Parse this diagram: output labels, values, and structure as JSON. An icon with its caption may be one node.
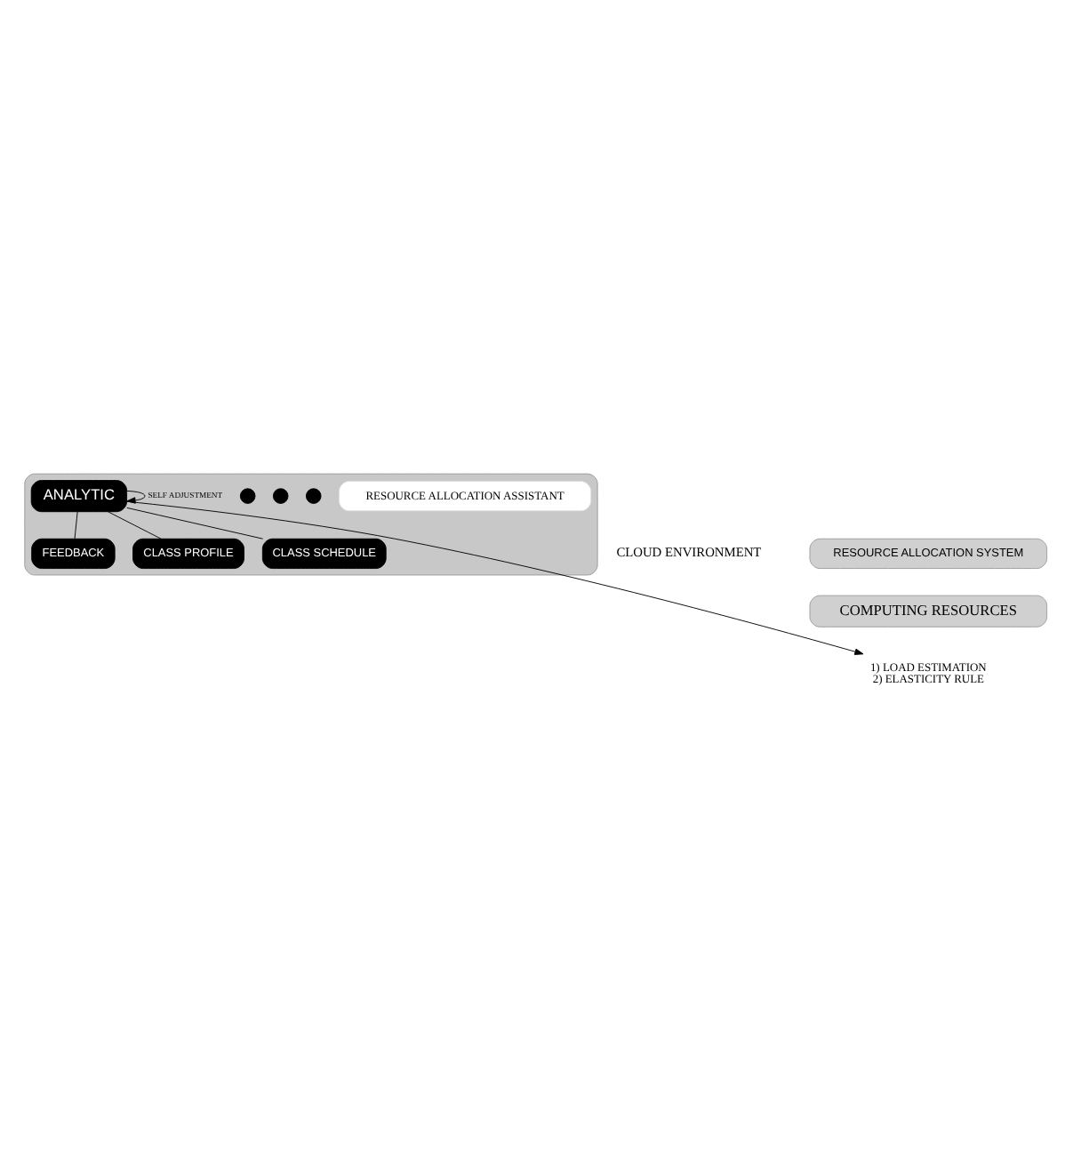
{
  "diagram": {
    "nodes": [
      {
        "text": [],
        "shape": "box"
      },
      {
        "text": [
          "RESOURCE ALLOCATION ASSISTANT"
        ],
        "in": 0
      },
      {
        "text": [
          "FEEDBACK"
        ],
        "in": 0
      },
      {
        "text": [
          "CLASS PROFILE"
        ],
        "in": 0
      },
      {
        "text": [
          "CLASS SCHEDULE"
        ],
        "in": 0
      },
      {
        "text": [
          "ANALYTIC"
        ],
        "in": 0
      },
      {
        "text": [],
        "shape": "circle",
        "in": 0
      },
      {
        "text": [],
        "shape": "circle",
        "in": 0
      },
      {
        "text": [],
        "shape": "circle",
        "in": 0
      },
      {
        "text": [
          "RESOURCE ALLOCATION SYSTEM"
        ]
      },
      {
        "text": [
          "COMPUTING RESOURCES"
        ]
      },
      {
        "text": [
          "1) LOAD ESTIMATION",
          "2) ELASTICITY RULE"
        ]
      }
    ],
    "edges": [
      {
        "from": 5,
        "to": 2,
        "arrow": "none"
      },
      {
        "from": 5,
        "to": 3,
        "arrow": "none"
      },
      {
        "from": 5,
        "to": 4,
        "arrow": "none"
      },
      {
        "from": 5,
        "to": 5,
        "arrow": "to",
        "label": "SELF ADJUSTMENT"
      },
      {
        "from": 5,
        "to": 11,
        "arrow": "to"
      }
    ],
    "labels": [
      "CLOUD ENVIRONMENT"
    ]
  }
}
